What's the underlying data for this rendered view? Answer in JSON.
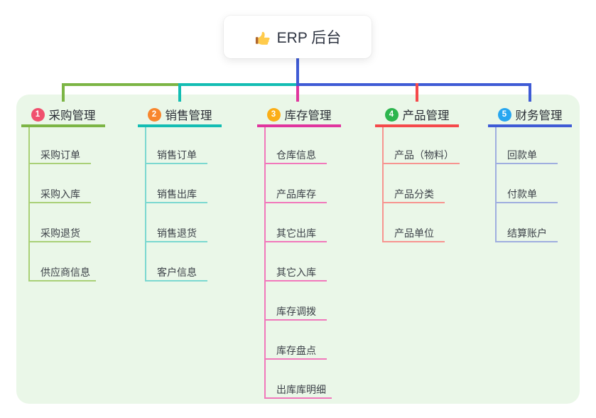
{
  "root": {
    "label": "ERP 后台",
    "icon": "thumbs-up-icon"
  },
  "branches": [
    {
      "number": "1",
      "label": "采购管理",
      "badge_color": "#f0506e",
      "line_color": "#7cb545",
      "light_color": "#a9d077",
      "children": [
        "采购订单",
        "采购入库",
        "采购退货",
        "供应商信息"
      ]
    },
    {
      "number": "2",
      "label": "销售管理",
      "badge_color": "#f8862d",
      "line_color": "#14bdb3",
      "light_color": "#7bd8d0",
      "children": [
        "销售订单",
        "销售出库",
        "销售退货",
        "客户信息"
      ]
    },
    {
      "number": "3",
      "label": "库存管理",
      "badge_color": "#fbae17",
      "line_color": "#e0359e",
      "light_color": "#f178bb",
      "children": [
        "仓库信息",
        "产品库存",
        "其它出库",
        "其它入库",
        "库存调拨",
        "库存盘点",
        "出库库明细"
      ]
    },
    {
      "number": "4",
      "label": "产品管理",
      "badge_color": "#2db54e",
      "line_color": "#f5494b",
      "light_color": "#f79490",
      "children": [
        "产品（物料）",
        "产品分类",
        "产品单位"
      ]
    },
    {
      "number": "5",
      "label": "财务管理",
      "badge_color": "#27a6f0",
      "line_color": "#3f5bd5",
      "light_color": "#9faedf",
      "children": [
        "回款单",
        "付款单",
        "结算账户"
      ]
    }
  ],
  "colors": {
    "panel_bg": "#eaf7e8",
    "root_line": "#3f5bd5",
    "title_text": "#2b2f36",
    "child_text": "#3c4148",
    "card_bg": "#ffffff"
  }
}
